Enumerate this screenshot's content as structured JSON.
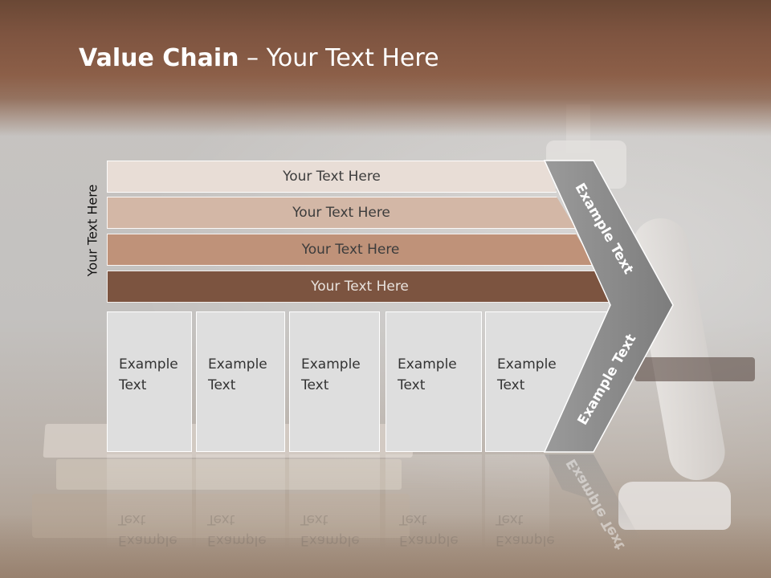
{
  "title": {
    "bold": "Value Chain",
    "rest": " – Your Text Here"
  },
  "side_label": "Your Text Here",
  "bars": [
    {
      "label": "Your Text Here",
      "color": "#e8ddd6"
    },
    {
      "label": "Your Text Here",
      "color": "#d3b7a6"
    },
    {
      "label": "Your Text Here",
      "color": "#bf9279"
    },
    {
      "label": "Your Text Here",
      "color": "#7c5440"
    }
  ],
  "boxes": [
    {
      "line1": "Example",
      "line2": "Text"
    },
    {
      "line1": "Example",
      "line2": "Text"
    },
    {
      "line1": "Example",
      "line2": "Text"
    },
    {
      "line1": "Example",
      "line2": "Text"
    },
    {
      "line1": "Example",
      "line2": "Text"
    }
  ],
  "chevron": {
    "top_label": "Example Text",
    "bottom_label": "Example Text",
    "color": "#8a8a8a"
  },
  "colors": {
    "header": "#7e5440",
    "box_fill": "#dedede"
  }
}
